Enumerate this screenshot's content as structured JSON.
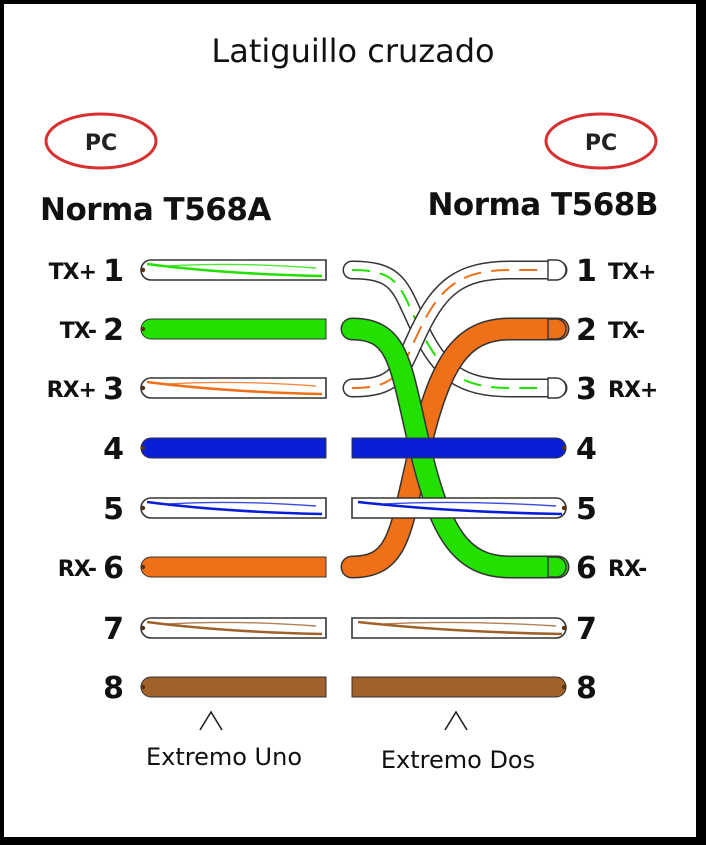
{
  "title": "Latiguillo cruzado",
  "left": {
    "device": "PC",
    "standard": "Norma T568A",
    "end_label": "Extremo Uno"
  },
  "right": {
    "device": "PC",
    "standard": "Norma T568B",
    "end_label": "Extremo Dos"
  },
  "left_pins": [
    {
      "pin": "1",
      "signal": "TX+",
      "wire": "white-green"
    },
    {
      "pin": "2",
      "signal": "TX-",
      "wire": "green"
    },
    {
      "pin": "3",
      "signal": "RX+",
      "wire": "white-orange"
    },
    {
      "pin": "4",
      "signal": "",
      "wire": "blue"
    },
    {
      "pin": "5",
      "signal": "",
      "wire": "white-blue"
    },
    {
      "pin": "6",
      "signal": "RX-",
      "wire": "orange"
    },
    {
      "pin": "7",
      "signal": "",
      "wire": "white-brown"
    },
    {
      "pin": "8",
      "signal": "",
      "wire": "brown"
    }
  ],
  "right_pins": [
    {
      "pin": "1",
      "signal": "TX+",
      "wire": "white-orange"
    },
    {
      "pin": "2",
      "signal": "TX-",
      "wire": "orange"
    },
    {
      "pin": "3",
      "signal": "RX+",
      "wire": "white-green"
    },
    {
      "pin": "4",
      "signal": "",
      "wire": "blue"
    },
    {
      "pin": "5",
      "signal": "",
      "wire": "white-blue"
    },
    {
      "pin": "6",
      "signal": "RX-",
      "wire": "green"
    },
    {
      "pin": "7",
      "signal": "",
      "wire": "white-brown"
    },
    {
      "pin": "8",
      "signal": "",
      "wire": "brown"
    }
  ],
  "colors": {
    "green": "#22e000",
    "orange": "#f07018",
    "blue": "#0a1ed8",
    "brown": "#a0622a",
    "ellipse": "#d83030"
  }
}
